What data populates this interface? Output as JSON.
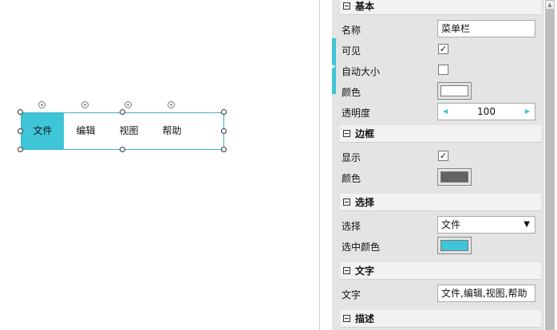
{
  "canvas": {
    "menu_items": [
      "文件",
      "编辑",
      "视图",
      "帮助"
    ],
    "selected_index": 0
  },
  "properties": {
    "basic": {
      "title": "基本",
      "name_label": "名称",
      "name_value": "菜单栏",
      "visible_label": "可见",
      "visible": true,
      "autosize_label": "自动大小",
      "autosize": false,
      "color_label": "颜色",
      "color": "#ffffff",
      "opacity_label": "透明度",
      "opacity": "100"
    },
    "border": {
      "title": "边框",
      "show_label": "显示",
      "show": true,
      "color_label": "颜色",
      "color": "#636363"
    },
    "select": {
      "title": "选择",
      "select_label": "选择",
      "select_value": "文件",
      "selected_color_label": "选中颜色",
      "selected_color": "#3ec6d8"
    },
    "text": {
      "title": "文字",
      "text_label": "文字",
      "text_value": "文件,编辑,视图,帮助"
    },
    "description": {
      "title": "描述"
    }
  },
  "colors": {
    "accent": "#3ec6d8",
    "border": "#3ab0bd"
  }
}
